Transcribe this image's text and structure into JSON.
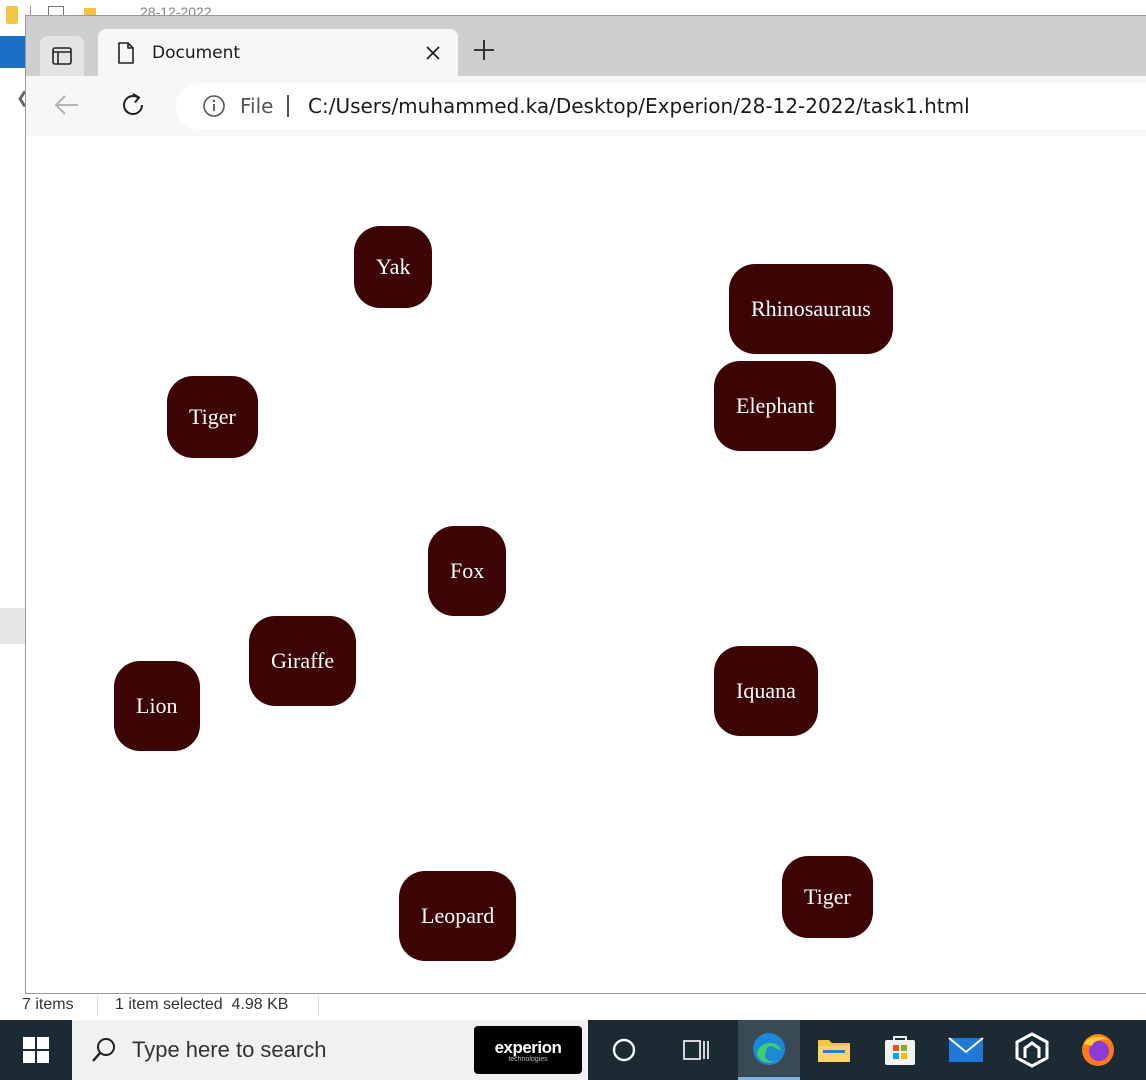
{
  "explorer": {
    "crumb": "28-12-2022",
    "status_items": "7 items",
    "status_selected": "1 item selected  4.98 KB"
  },
  "browser": {
    "tab_title": "Document",
    "address_scheme": "File",
    "url": "C:/Users/muhammed.ka/Desktop/Experion/28-12-2022/task1.html"
  },
  "page": {
    "animals": [
      "Yak",
      "Rhinosauraus",
      "Tiger",
      "Elephant",
      "Fox",
      "Giraffe",
      "Lion",
      "Iquana",
      "Leopard",
      "Tiger"
    ]
  },
  "taskbar": {
    "search_placeholder": "Type here to search",
    "brand_name": "experion",
    "brand_tagline": "technologies"
  },
  "colors": {
    "box_bg": "#3d0406",
    "box_text": "#ffffff",
    "taskbar_bg": "#1c2a33"
  }
}
